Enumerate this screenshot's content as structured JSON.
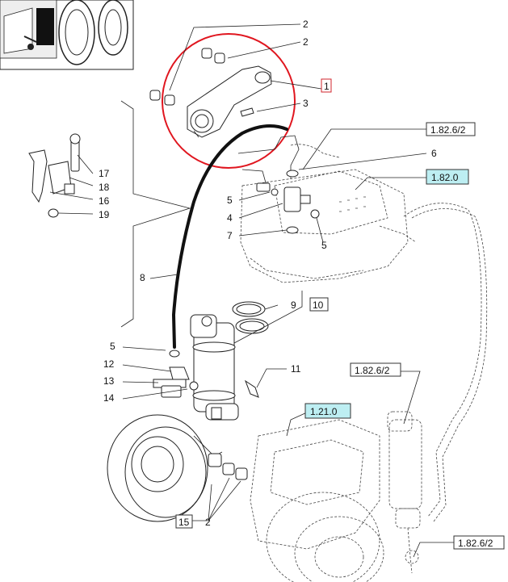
{
  "callouts": {
    "n1": "1",
    "n2a": "2",
    "n2b": "2",
    "n2c": "2",
    "n3": "3",
    "n4": "4",
    "n5a": "5",
    "n5b": "5",
    "n5c": "5",
    "n6": "6",
    "n7": "7",
    "n8": "8",
    "n9": "9",
    "n10": "10",
    "n11": "11",
    "n12": "12",
    "n13": "13",
    "n14": "14",
    "n15": "15",
    "n16": "16",
    "n17": "17",
    "n18": "18",
    "n19": "19"
  },
  "references": {
    "r1": "1.82.6/2",
    "r2": "1.82.0",
    "r3": "1.82.6/2",
    "r4": "1.21.0",
    "r5": "1.82.6/2"
  },
  "colors": {
    "highlight_circle": "#e0161f",
    "ref_cyan": "#bdeef2",
    "callout_box_red": "#d0262c"
  }
}
